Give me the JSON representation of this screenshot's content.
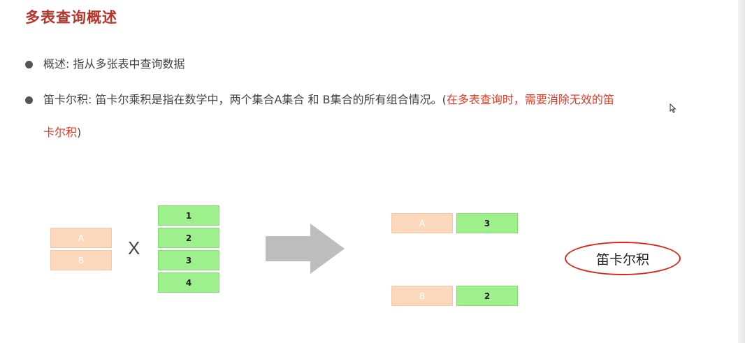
{
  "title": "多表查询概述",
  "bullets": [
    {
      "text": "概述: 指从多张表中查询数据"
    },
    {
      "text": "笛卡尔积: 笛卡尔乘积是指在数学中，两个集合A集合 和 B集合的所有组合情况。(",
      "highlight_part1": "在多表查询时，需要消除无效的笛",
      "highlight_part2": "卡尔积",
      "close_paren": ")"
    }
  ],
  "diagram": {
    "set_a": [
      "A",
      "B"
    ],
    "times": "X",
    "set_b": [
      "1",
      "2",
      "3",
      "4"
    ],
    "result": [
      {
        "left": "A",
        "right": "3"
      },
      {
        "left": "B",
        "right": "2"
      }
    ],
    "label": "笛卡尔积"
  },
  "colors": {
    "title": "#b8342b",
    "highlight": "#e03a26",
    "set_a_fill": "#fcd9bd",
    "set_b_fill": "#9ef08d",
    "arrow": "#bdbdbd",
    "ellipse_stroke": "#d8261c"
  }
}
